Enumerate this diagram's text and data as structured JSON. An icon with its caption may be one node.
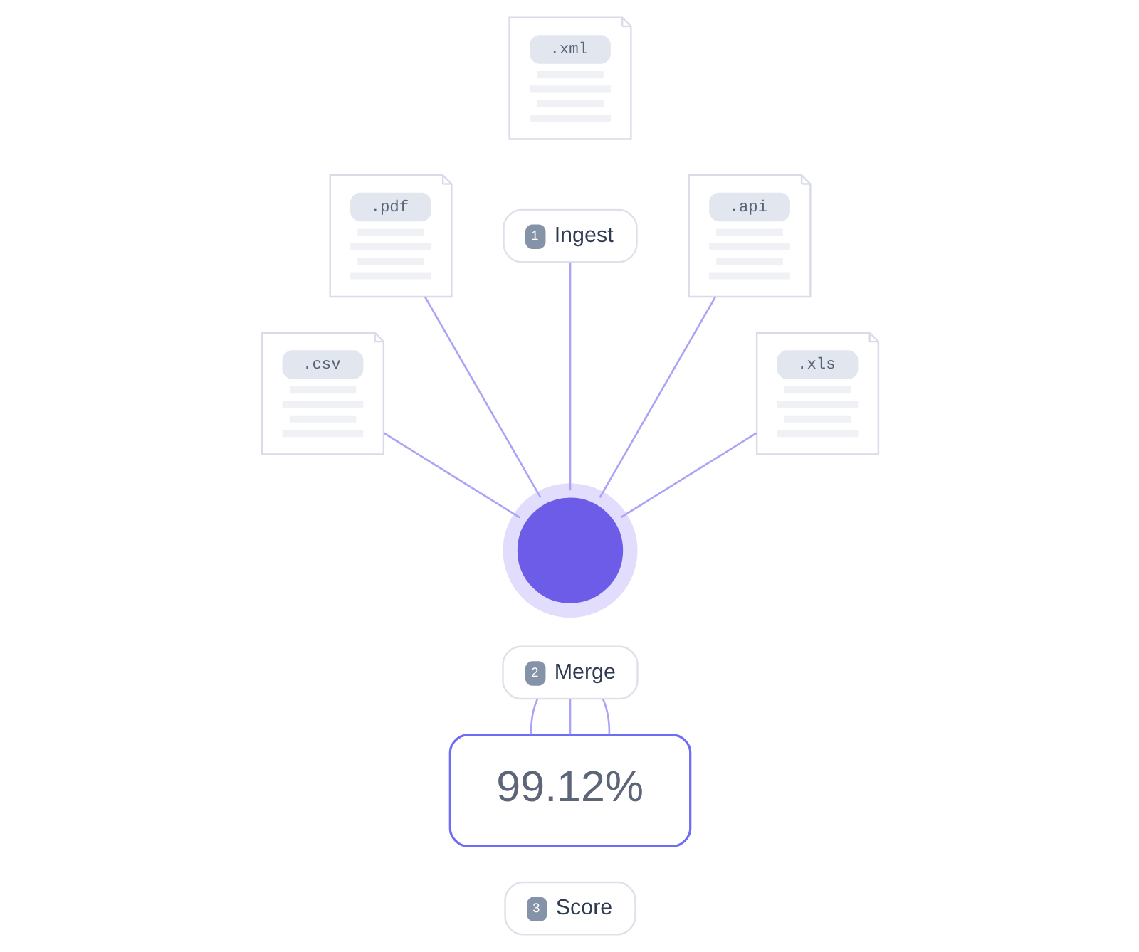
{
  "diagram": {
    "nodes": [
      {
        "text": [
          ".xml"
        ]
      },
      {
        "text": [
          "1",
          "Ingest"
        ]
      },
      {
        "text": [
          ".pdf"
        ]
      },
      {
        "text": [
          ".api"
        ]
      },
      {
        "text": [
          ".csv"
        ]
      },
      {
        "text": [],
        "shape": "circle"
      },
      {
        "text": [
          ".xls"
        ]
      },
      {
        "text": [
          "2",
          "Merge"
        ]
      },
      {
        "text": [
          "99.12%"
        ]
      },
      {
        "text": [
          "3",
          "Score"
        ]
      }
    ],
    "edges": [
      {
        "from": 2,
        "to": 5,
        "arrow": "none"
      },
      {
        "from": 1,
        "to": 5,
        "arrow": "none"
      },
      {
        "from": 3,
        "to": 5,
        "arrow": "none"
      },
      {
        "from": 4,
        "to": 5,
        "arrow": "none"
      },
      {
        "from": 6,
        "to": 5,
        "arrow": "none"
      },
      {
        "from": 7,
        "to": 8,
        "arrow": "none"
      },
      {
        "from": 7,
        "to": 8,
        "arrow": "none"
      },
      {
        "from": 7,
        "to": 8,
        "arrow": "none"
      }
    ]
  }
}
